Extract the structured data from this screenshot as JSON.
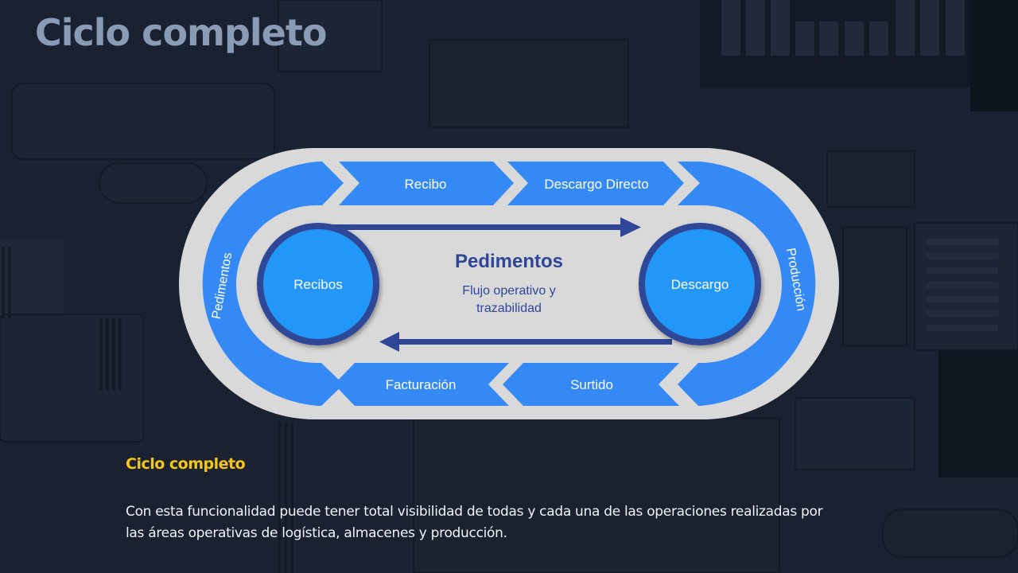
{
  "slide": {
    "title": "Ciclo completo",
    "colors": {
      "background": "#1b2332",
      "title": "#8a9bb5",
      "subtitle": "#f5c518",
      "body_text": "#f1f3f6",
      "ring_gray": "#d9d9d9",
      "ring_blue": "#3589f5",
      "circle_fill": "#2497f7",
      "circle_border": "#2f4796",
      "arrow": "#2f4796",
      "center_text": "#2f4796"
    }
  },
  "diagram": {
    "top_segments": [
      {
        "label": "Recibo"
      },
      {
        "label": "Descargo Directo"
      }
    ],
    "bottom_segments": [
      {
        "label": "Facturación"
      },
      {
        "label": "Surtido"
      }
    ],
    "left_arc_label": "Pedimentos",
    "right_arc_label": "Producción",
    "left_circle_label": "Recibos",
    "right_circle_label": "Descargo",
    "center_title": "Pedimentos",
    "center_subtitle_line1": "Flujo operativo y",
    "center_subtitle_line2": "trazabilidad",
    "top_arrow_direction": "right",
    "bottom_arrow_direction": "left"
  },
  "description": {
    "heading": "Ciclo completo",
    "text": "Con esta funcionalidad  puede tener total visibilidad  de todas y cada una de las operaciones realizadas por las áreas operativas de logística, almacenes y producción."
  }
}
